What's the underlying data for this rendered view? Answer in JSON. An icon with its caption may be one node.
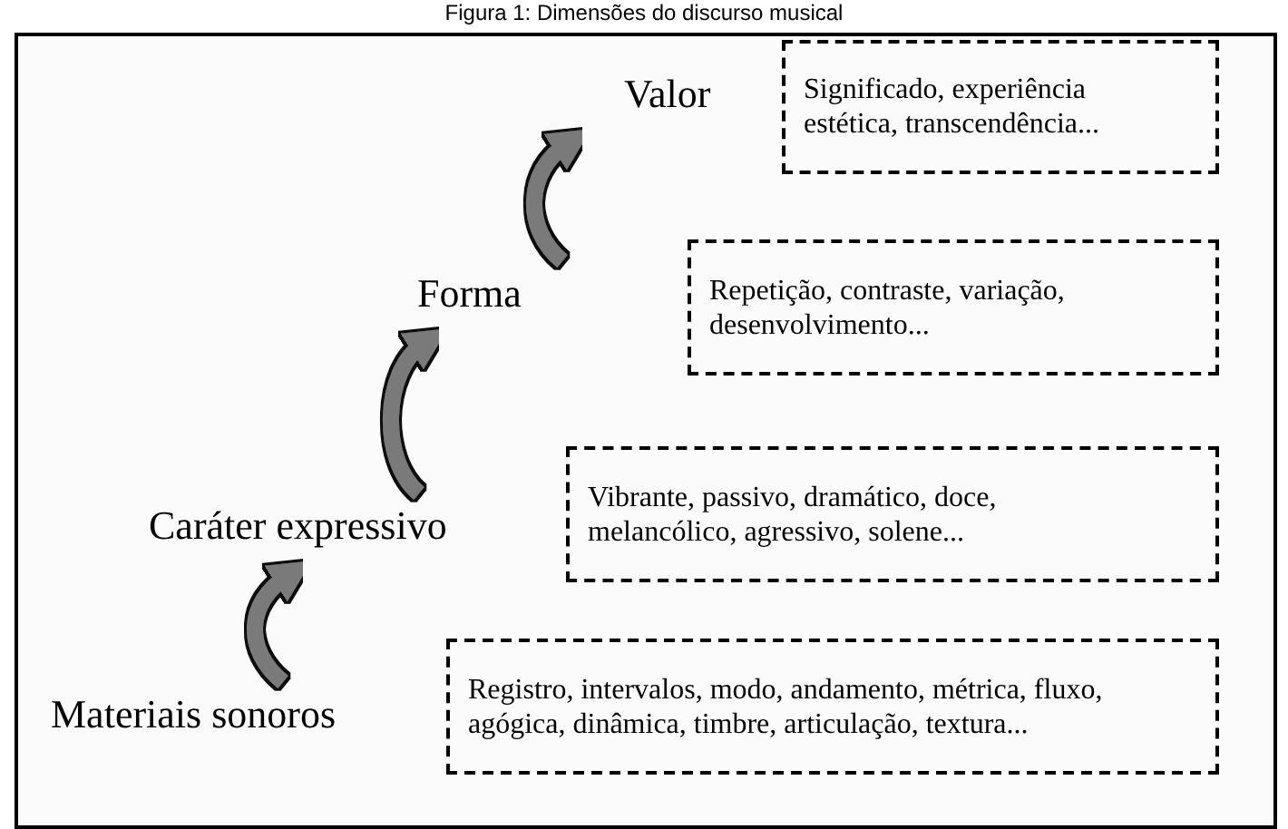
{
  "diagram": {
    "title": "Figura 1: Dimensões do discurso musical",
    "nodes": [
      {
        "text": [],
        "shape": "box"
      },
      {
        "text": [
          "Valor"
        ],
        "in": 0
      },
      {
        "text": [
          "Significado, experiência estética, transcendência..."
        ],
        "in": 0
      },
      {
        "text": [
          "Forma"
        ],
        "in": 0
      },
      {
        "text": [
          "Repetição, contraste, variação, desenvolvimento..."
        ],
        "in": 0
      },
      {
        "text": [
          "Caráter expressivo"
        ],
        "in": 0
      },
      {
        "text": [
          "Vibrante, passivo, dramático, doce, melancólico, agressivo, solene..."
        ],
        "in": 0
      },
      {
        "text": [
          "Materiais sonoros"
        ],
        "in": 0
      },
      {
        "text": [
          "Registro, intervalos, modo, andamento, métrica, fluxo, agógica, dinâmica, timbre, articulação, textura..."
        ],
        "in": 0
      }
    ],
    "edges": [
      {
        "from": 7,
        "to": 5,
        "arrow": "to"
      },
      {
        "from": 5,
        "to": 3,
        "arrow": "to"
      },
      {
        "from": 3,
        "to": 1,
        "arrow": "to"
      }
    ]
  }
}
